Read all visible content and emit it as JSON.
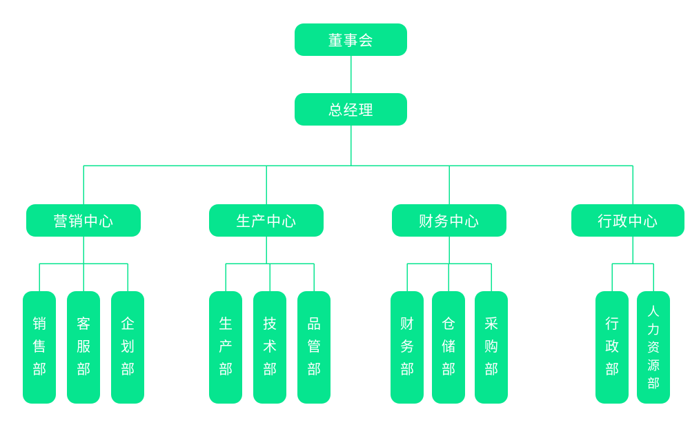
{
  "colors": {
    "accent": "#06e58f",
    "node_fill": "#06e58f",
    "node_text": "#ffffff",
    "background": "#ffffff"
  },
  "chart": {
    "type": "org-chart",
    "root": {
      "label": "董事会"
    },
    "gm": {
      "label": "总经理"
    },
    "centers": [
      {
        "label": "营销中心",
        "departments": [
          "销售部",
          "客服部",
          "企划部"
        ]
      },
      {
        "label": "生产中心",
        "departments": [
          "生产部",
          "技术部",
          "品管部"
        ]
      },
      {
        "label": "财务中心",
        "departments": [
          "财务部",
          "仓储部",
          "采购部"
        ]
      },
      {
        "label": "行政中心",
        "departments": [
          "行政部",
          "人力资源部"
        ]
      }
    ]
  }
}
